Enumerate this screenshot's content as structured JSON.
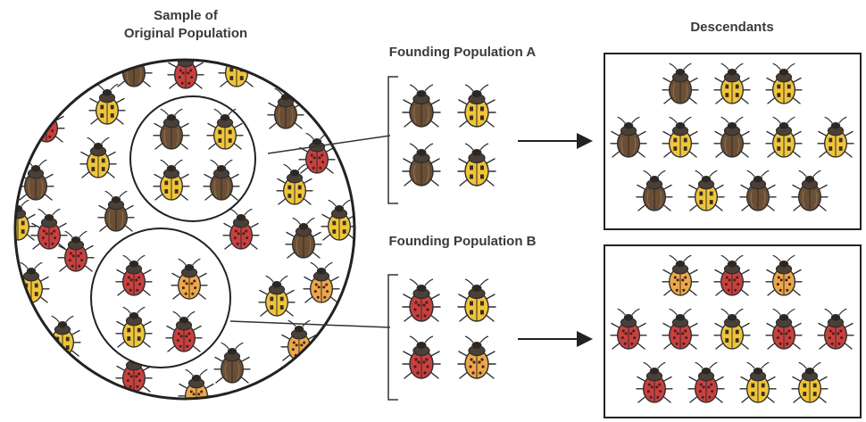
{
  "title_sample": [
    "Sample of",
    "Original Population"
  ],
  "title_founding_a": "Founding Population A",
  "title_founding_b": "Founding Population B",
  "title_descendants": "Descendants",
  "colors": {
    "brown": "#6b4f35",
    "yellow": "#f0c53a",
    "red": "#c8413f",
    "orange": "#eba84a",
    "outline": "#2b2b2b",
    "line": "#333333"
  },
  "original_sample_colors": [
    "brown",
    "yellow",
    "red",
    "orange"
  ],
  "founding_a": [
    "brown",
    "yellow",
    "brown",
    "yellow"
  ],
  "founding_b": [
    "red",
    "yellow",
    "red",
    "orange"
  ],
  "descendants_a": [
    [
      "brown",
      "yellow",
      "yellow"
    ],
    [
      "brown",
      "yellow",
      "brown",
      "yellow",
      "yellow"
    ],
    [
      "brown",
      "yellow",
      "brown",
      "brown"
    ]
  ],
  "descendants_b": [
    [
      "orange",
      "red",
      "orange"
    ],
    [
      "red",
      "red",
      "yellow",
      "red",
      "red"
    ],
    [
      "red",
      "red",
      "yellow",
      "yellow"
    ]
  ]
}
